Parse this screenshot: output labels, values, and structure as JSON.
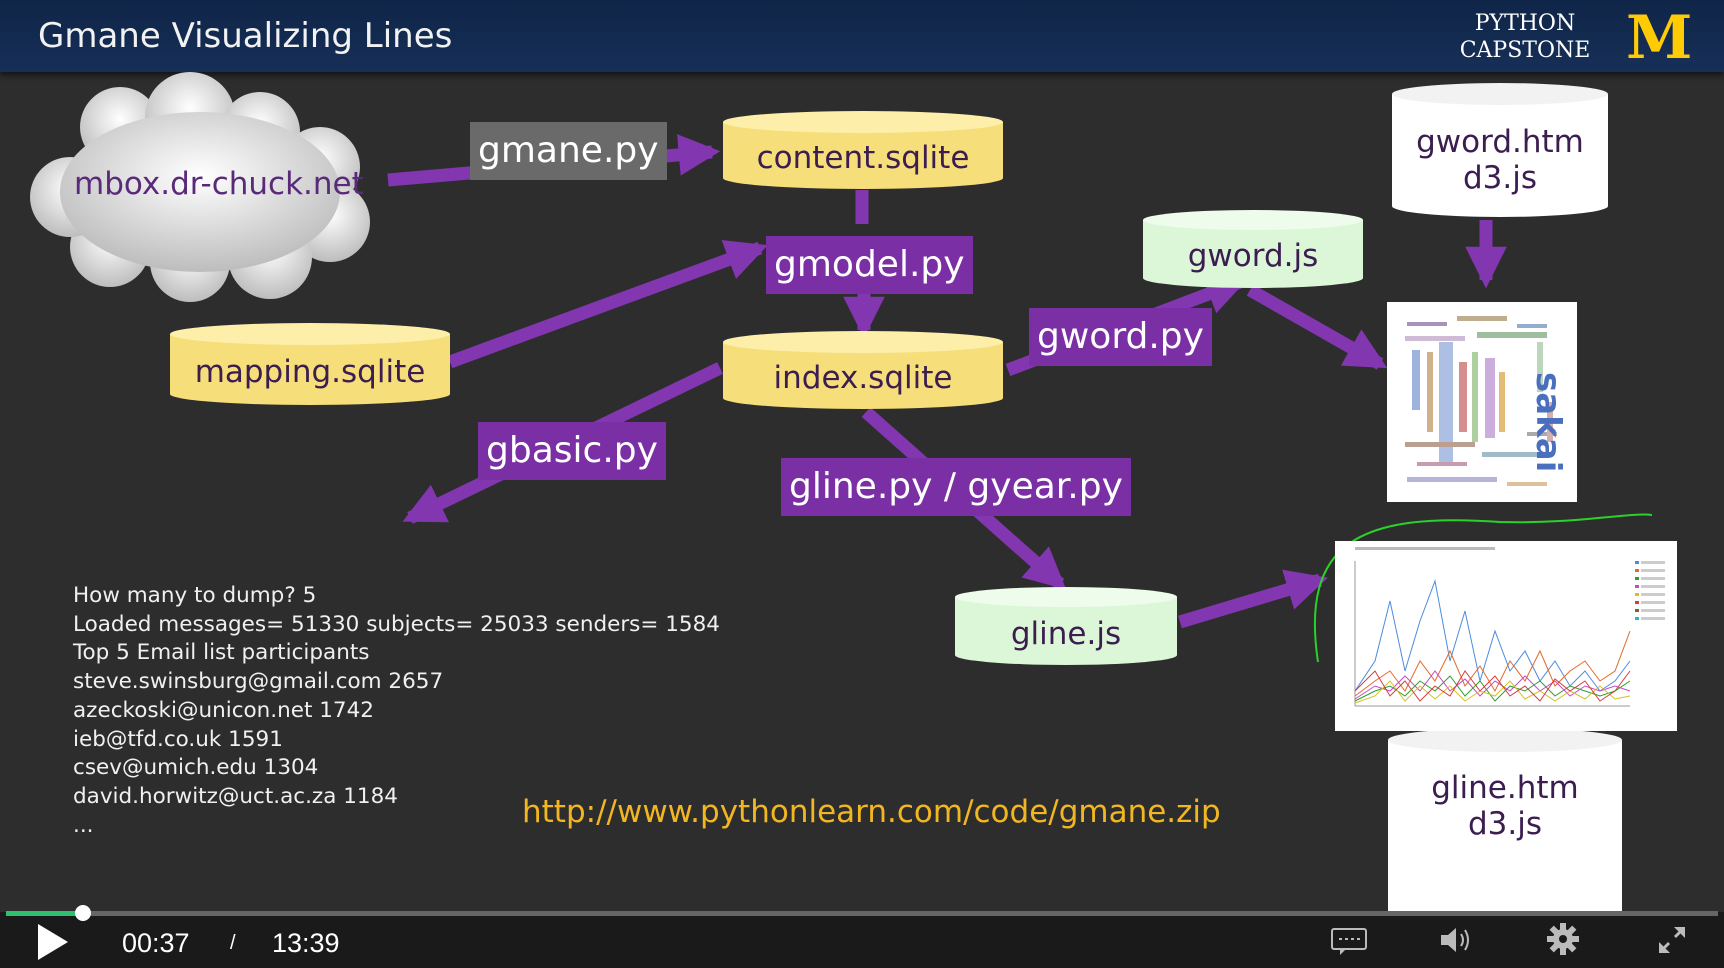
{
  "slide": {
    "title": "Gmane Visualizing Lines",
    "brand_line1": "PYTHON",
    "brand_line2": "CAPSTONE",
    "logo": "M"
  },
  "diagram": {
    "cloud": "mbox.dr-chuck.net",
    "databases": {
      "content": "content.sqlite",
      "mapping": "mapping.sqlite",
      "index": "index.sqlite",
      "gword_js": "gword.js",
      "gline_js": "gline.js",
      "gword_htm_1": "gword.htm",
      "gword_htm_2": "d3.js",
      "gline_htm_1": "gline.htm",
      "gline_htm_2": "d3.js"
    },
    "programs": {
      "gmane": "gmane.py",
      "gmodel": "gmodel.py",
      "gword": "gword.py",
      "gbasic": "gbasic.py",
      "gline": "gline.py / gyear.py"
    },
    "wordcloud_word": "sakai",
    "url": "http://www.pythonlearn.com/code/gmane.zip"
  },
  "console_lines": [
    "How many to dump? 5",
    "Loaded messages= 51330 subjects= 25033 senders= 1584",
    "Top 5 Email list participants",
    "steve.swinsburg@gmail.com 2657",
    "azeckoski@unicon.net 1742",
    "ieb@tfd.co.uk 1591",
    "csev@umich.edu 1304",
    "david.horwitz@uct.ac.za 1184",
    "..."
  ],
  "player": {
    "current_time": "00:37",
    "separator": "/",
    "duration": "13:39",
    "progress_fraction": 0.045,
    "accent": "#2fbf71",
    "icons": [
      "play-icon",
      "captions-icon",
      "volume-icon",
      "settings-icon",
      "fullscreen-icon"
    ]
  },
  "colors": {
    "title_bar": "#172f57",
    "program_box": "#7b2fa4",
    "database_yellow": "#f6de7a",
    "database_green": "#dcf7d8",
    "url": "#f2b620",
    "logo": "#ffcb05"
  }
}
